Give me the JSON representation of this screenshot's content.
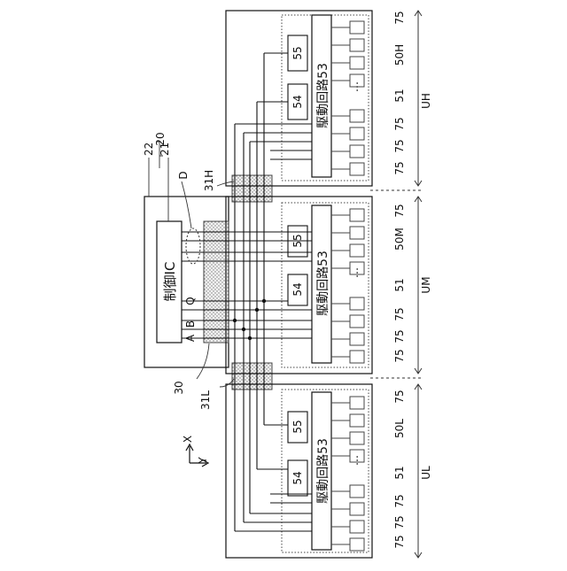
{
  "labels": {
    "ic": "制御IC",
    "drive": "駆動回路53",
    "n54": "54",
    "n55": "55",
    "n51": "51",
    "n75": "75",
    "sig_a": "A",
    "sig_b": "B",
    "sig_q": "Q",
    "ref20": "20",
    "ref21": "21",
    "ref22": "22",
    "refD": "D",
    "ref30": "30",
    "ref31H": "31H",
    "ref31L": "31L",
    "ref50H": "50H",
    "ref50M": "50M",
    "ref50L": "50L",
    "refUH": "UH",
    "refUM": "UM",
    "refUL": "UL",
    "axisX": "X",
    "axisY": "Y",
    "ellipsis": "…"
  }
}
